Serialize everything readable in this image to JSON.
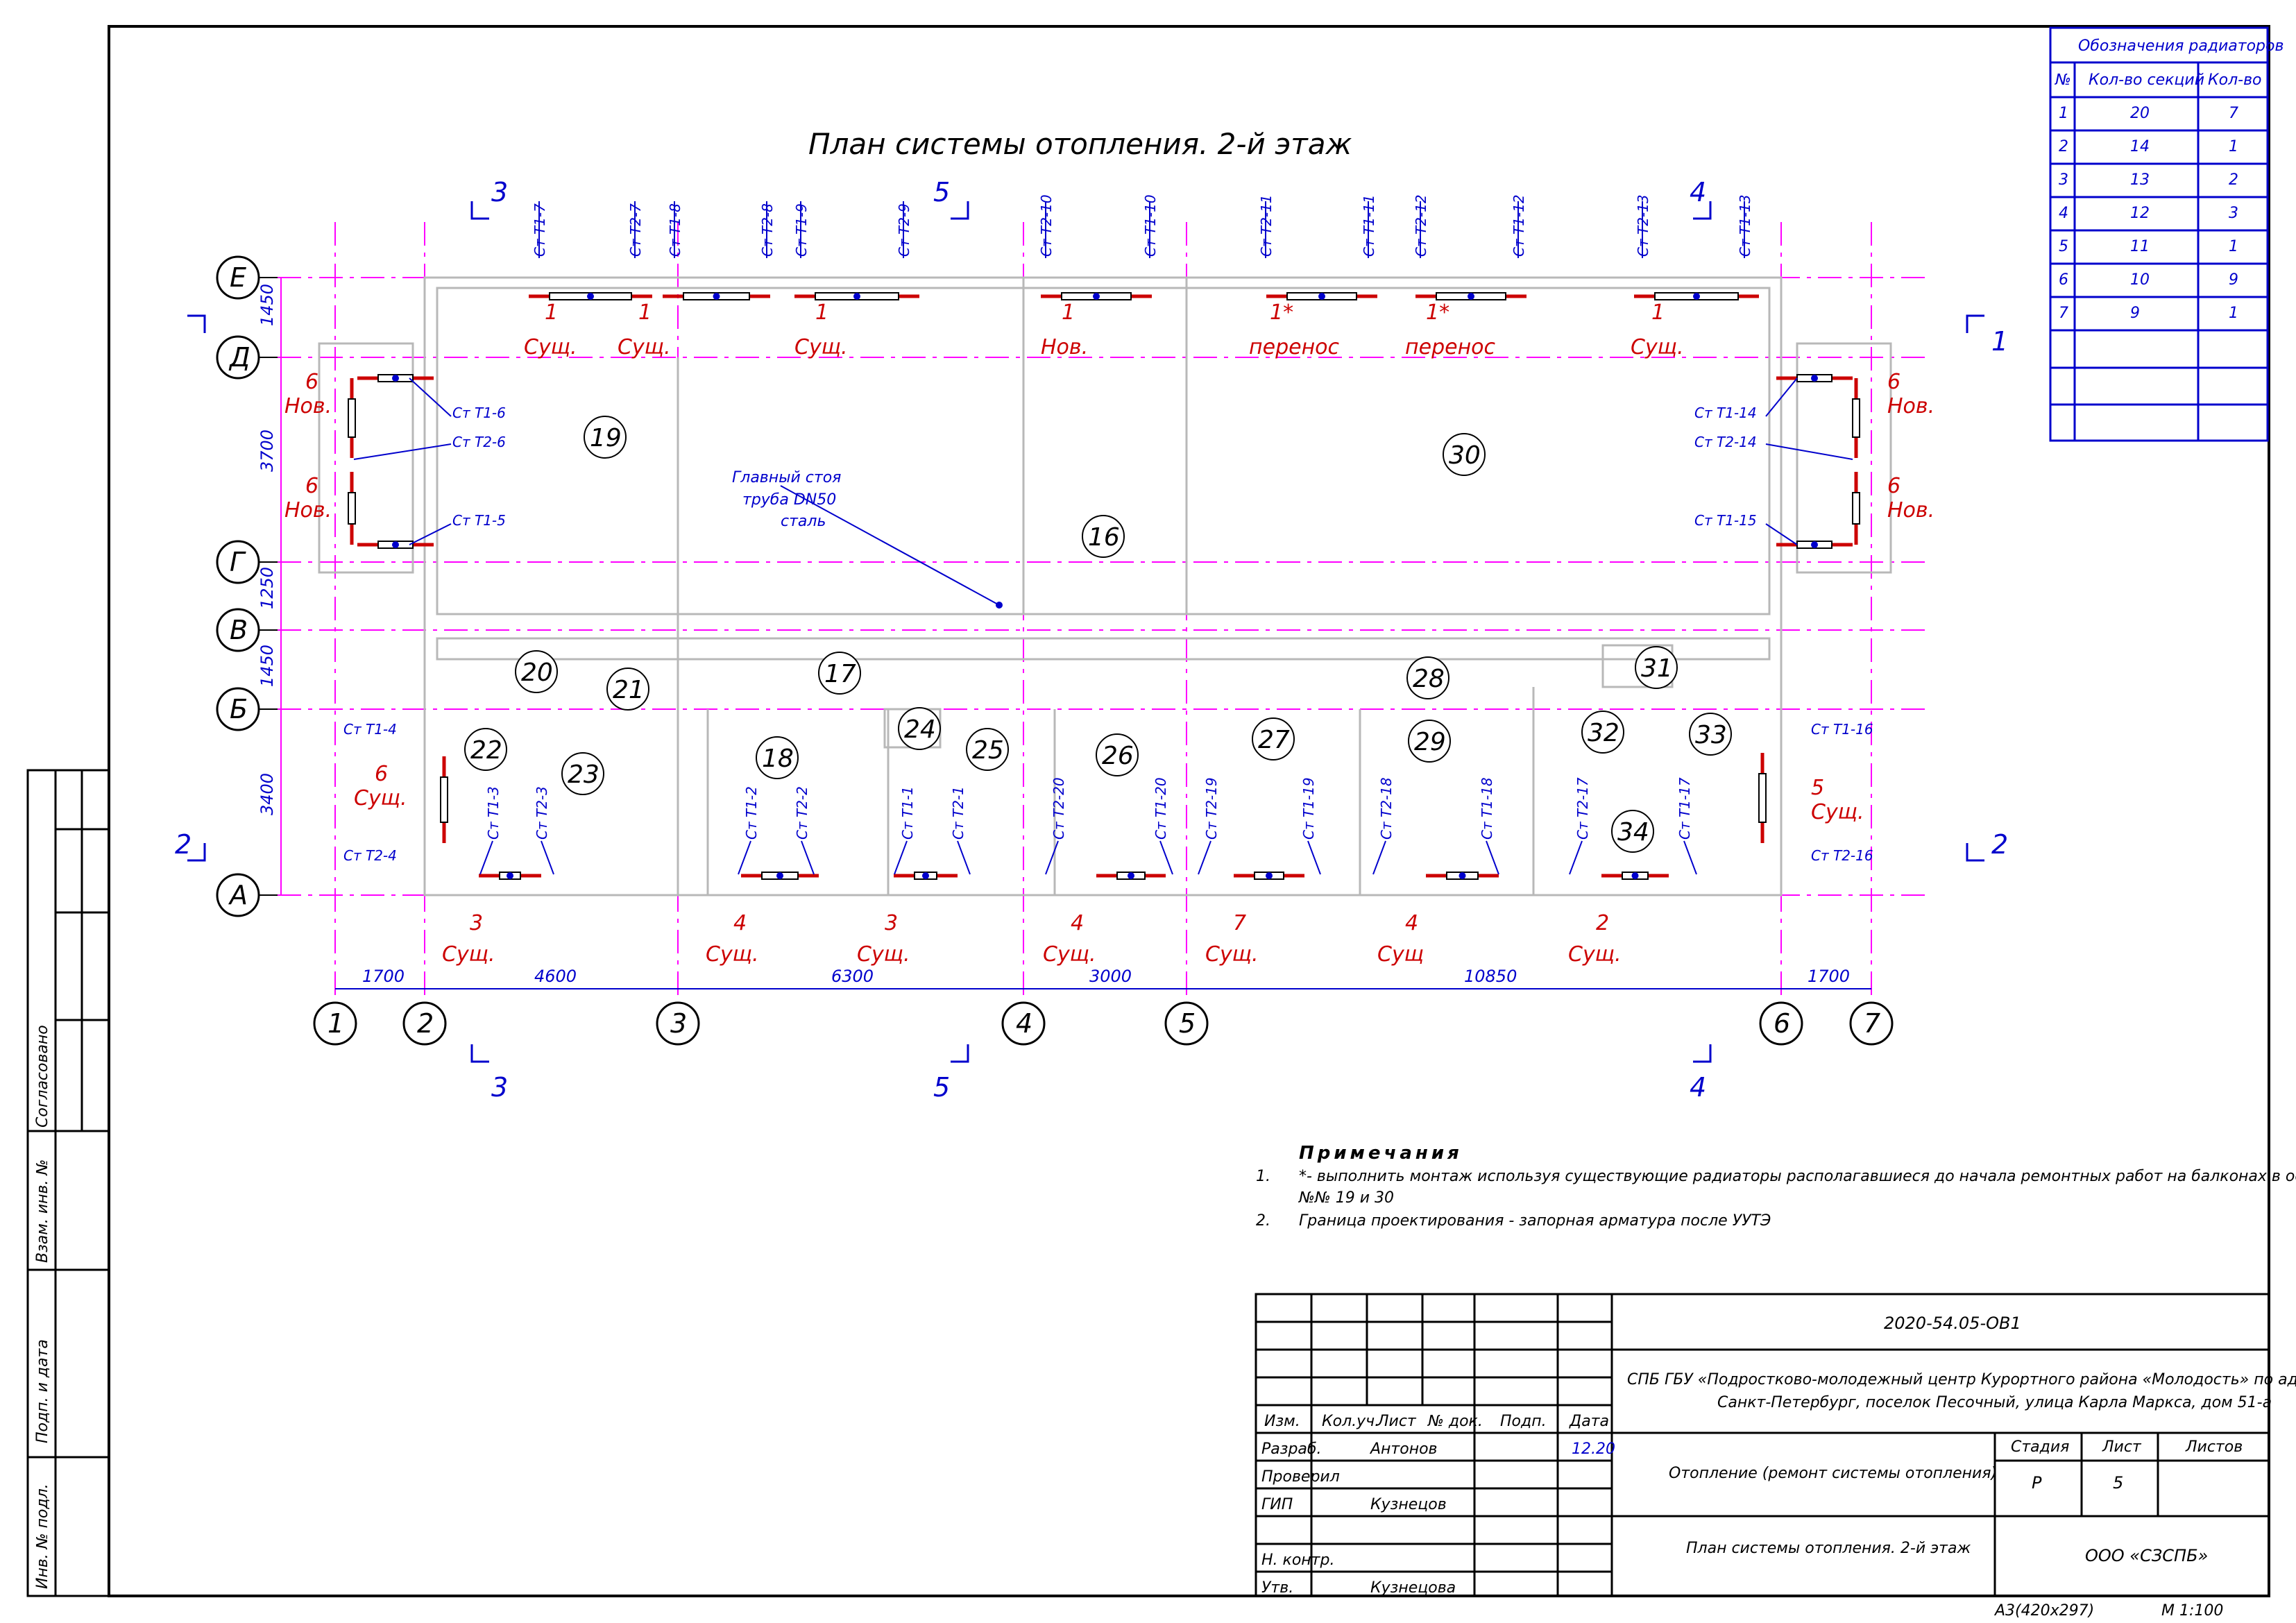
{
  "title": "План системы отопления. 2-й этаж",
  "axes": {
    "letters": [
      "Е",
      "Д",
      "Г",
      "В",
      "Б",
      "А"
    ],
    "numbers": [
      "1",
      "2",
      "3",
      "4",
      "5",
      "6",
      "7"
    ],
    "row_dims": [
      "1450",
      "3700",
      "1250",
      "1450",
      "3400"
    ],
    "col_dims": [
      "1700",
      "4600",
      "6300",
      "3000",
      "10850",
      "1700"
    ]
  },
  "sections": {
    "s3": "3",
    "s5": "5",
    "s4": "4",
    "s1": "1",
    "s2": "2"
  },
  "rooms": [
    "19",
    "30",
    "16",
    "20",
    "21",
    "17",
    "28",
    "31",
    "24",
    "25",
    "22",
    "23",
    "18",
    "26",
    "27",
    "29",
    "32",
    "33",
    "34"
  ],
  "risers_top": [
    "Ст Т1-7",
    "Ст Т2-7",
    "Ст Т1-8",
    "Ст Т2-8",
    "Ст Т1-9",
    "Ст Т2-9",
    "Ст Т2-10",
    "Ст Т1-10",
    "Ст Т2-11",
    "Ст Т1-11",
    "Ст Т2-12",
    "Ст Т1-12",
    "Ст Т2-13",
    "Ст Т1-13"
  ],
  "risers_side": [
    "Ст Т1-6",
    "Ст Т2-6",
    "Ст Т1-5",
    "Ст Т1-14",
    "Ст Т2-14",
    "Ст Т1-15",
    "Ст Т1-4",
    "Ст Т2-4",
    "Ст Т1-16",
    "Ст Т2-16"
  ],
  "risers_bottom": [
    "Ст Т1-3",
    "Ст Т2-3",
    "Ст Т1-2",
    "Ст Т2-2",
    "Ст Т1-1",
    "Ст Т2-1",
    "Ст Т2-20",
    "Ст Т1-20",
    "Ст Т2-19",
    "Ст Т1-19",
    "Ст Т2-18",
    "Ст Т1-18",
    "Ст Т2-17",
    "Ст Т1-17"
  ],
  "radiator_tags": {
    "top": [
      [
        "1",
        "Сущ."
      ],
      [
        "1",
        "Сущ."
      ],
      [
        "1",
        "Сущ."
      ],
      [
        "1",
        "Нов."
      ],
      [
        "1*",
        "перенос"
      ],
      [
        "1*",
        "перенос"
      ],
      [
        "1",
        "Сущ."
      ]
    ],
    "left": [
      [
        "6",
        "Нов."
      ],
      [
        "6",
        "Нов."
      ],
      [
        "6",
        "Сущ."
      ]
    ],
    "right": [
      [
        "6",
        "Нов."
      ],
      [
        "6",
        "Нов."
      ],
      [
        "5",
        "Сущ."
      ]
    ],
    "bottom": [
      [
        "3",
        "Сущ."
      ],
      [
        "4",
        "Сущ."
      ],
      [
        "3",
        "Сущ."
      ],
      [
        "4",
        "Сущ."
      ],
      [
        "7",
        "Сущ."
      ],
      [
        "4",
        "Сущ"
      ],
      [
        "2",
        "Сущ."
      ]
    ]
  },
  "main_riser_note": [
    "Главный стоя",
    "труба DN50",
    "сталь"
  ],
  "legend": {
    "title": "Обозначения радиаторов",
    "headers": [
      "№",
      "Кол-во секций",
      "Кол-во"
    ],
    "rows": [
      [
        "1",
        "20",
        "7"
      ],
      [
        "2",
        "14",
        "1"
      ],
      [
        "3",
        "13",
        "2"
      ],
      [
        "4",
        "12",
        "3"
      ],
      [
        "5",
        "11",
        "1"
      ],
      [
        "6",
        "10",
        "9"
      ],
      [
        "7",
        "9",
        "1"
      ]
    ]
  },
  "notes": {
    "heading": "Примечания",
    "items": [
      {
        "num": "1.",
        "line1": "*- выполнить монтаж используя существующие радиаторы располагавшиеся до начала ремонтных работ на балконах в осях Г-Д помещений",
        "line2": "№№ 19 и 30"
      },
      {
        "num": "2.",
        "line1": "Граница проектирования - запорная арматура после УУТЭ",
        "line2": ""
      }
    ]
  },
  "side_stamp": [
    "Согласовано",
    "Взам. инв. №",
    "Подп. и дата",
    "Инв. № подл."
  ],
  "title_block": {
    "doc_code": "2020-54.05-ОВ1",
    "project": [
      "СПБ ГБУ «Подростково-молодежный центр Курортного района «Молодость» по адресу: Россия,",
      "Санкт-Петербург, поселок Песочный, улица Карла Маркса, дом 51-а"
    ],
    "headers": [
      "Изм.",
      "Кол.уч.",
      "Лист",
      "№ док.",
      "Подп.",
      "Дата"
    ],
    "roles": [
      "Разраб.",
      "Проверил",
      "ГИП",
      "",
      "Н. контр.",
      "Утв."
    ],
    "names": [
      "Антонов",
      "",
      "Кузнецов",
      "",
      "",
      "Кузнецова"
    ],
    "date": "12.20",
    "system": "Отопление (ремонт системы отопления)",
    "stage_hdr": "Стадия",
    "sheet_hdr": "Лист",
    "sheets_hdr": "Листов",
    "stage": "Р",
    "sheet": "5",
    "sheet_title": "План системы отопления. 2-й этаж",
    "org": "ООО «СЗСПБ»",
    "format": "А3(420x297)",
    "scale": "М 1:100"
  }
}
